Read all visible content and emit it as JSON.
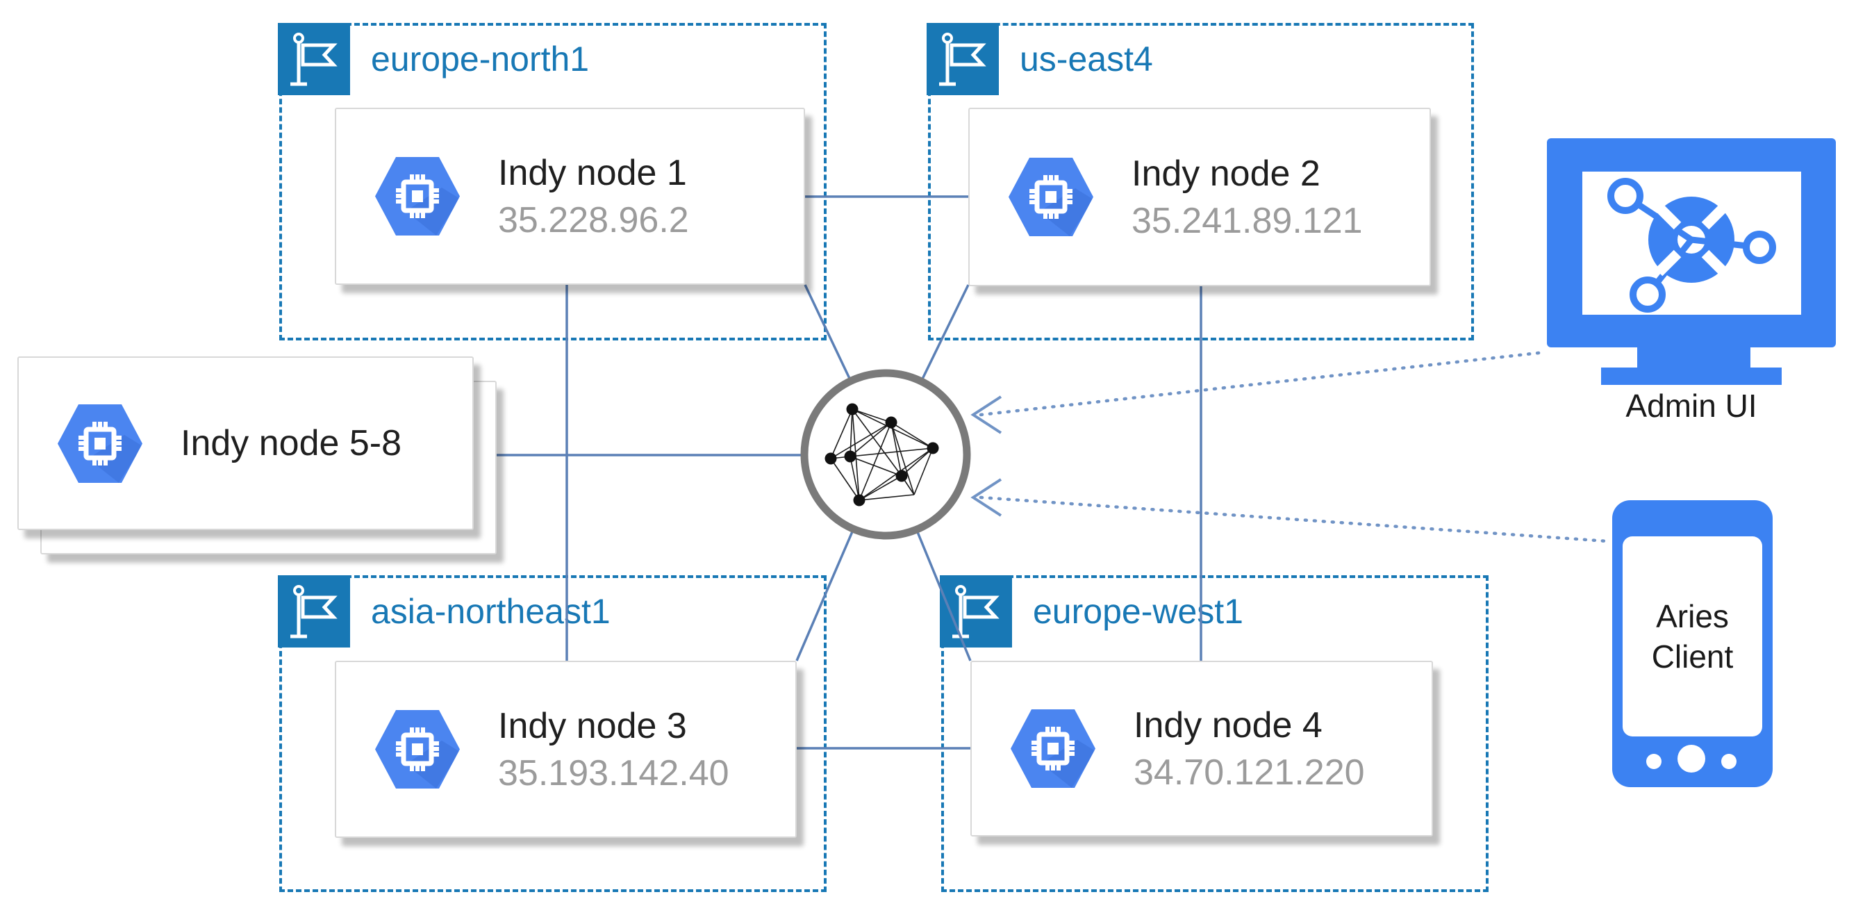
{
  "regions": [
    {
      "label": "europe-north1"
    },
    {
      "label": "us-east4"
    },
    {
      "label": "asia-northeast1"
    },
    {
      "label": "europe-west1"
    }
  ],
  "nodes": [
    {
      "title": "Indy node 1",
      "ip": "35.228.96.2"
    },
    {
      "title": "Indy node 2",
      "ip": "35.241.89.121"
    },
    {
      "title": "Indy node 3",
      "ip": "35.193.142.40"
    },
    {
      "title": "Indy node 4",
      "ip": "34.70.121.220"
    },
    {
      "title": "Indy node 5-8",
      "ip": ""
    }
  ],
  "clients": [
    {
      "label": "Admin UI"
    },
    {
      "label": "Aries Client"
    }
  ],
  "icons": {
    "region_icon": "flag-icon",
    "node_icon": "compute-engine-icon",
    "center_icon": "network-mesh-icon",
    "admin_icon": "monitor-icon",
    "client_icon": "smartphone-icon"
  },
  "colors": {
    "region_blue": "#1878b5",
    "node_hex_blue": "#4b85f0",
    "node_hex_shade": "#3a6fd8",
    "client_blue": "#3c82f2",
    "connector_blue": "#5b80b6",
    "dotted_blue": "#7093c5",
    "circle_ring_gray": "#7a7a7a",
    "title_black": "#1f1f1f",
    "ip_gray": "#9b9b9b"
  }
}
